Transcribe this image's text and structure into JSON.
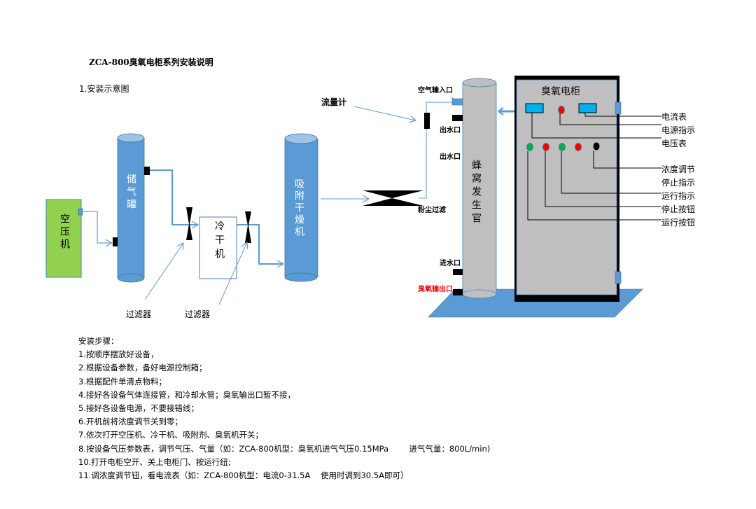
{
  "document": {
    "title": "ZCA-800臭氧电柜系列安装说明",
    "section_heading": "1.安装示意图"
  },
  "diagram": {
    "compressor": "空压机",
    "air_tank": "储气罐",
    "dryer_cold": "冷干机",
    "adsorption_dryer": "吸附干燥机",
    "filter_label_1": "过滤器",
    "filter_label_2": "过滤器",
    "flowmeter": "流量计",
    "air_inlet": "空气输入口",
    "water_out_1": "出水口",
    "water_out_2": "出水口",
    "dust_filter": "粉尘过滤",
    "water_in": "进水口",
    "ozone_out": "臭氧输出口",
    "generator_tube": "蜂窝发生官",
    "cabinet_title": "臭氧电柜",
    "callouts": [
      "电流表",
      "电源指示",
      "电压表",
      "浓度调节",
      "停止指示",
      "运行指示",
      "停止按钮",
      "运行按钮"
    ],
    "colors": {
      "tank_blue": "#5b9bd5",
      "compressor_green": "#92d050",
      "meter_cyan": "#00b0f0",
      "indicator_red": "#ff0000",
      "button_green": "#00b050",
      "cabinet_gray": "#bfbfbf",
      "ozone_out_red": "#ff0000"
    }
  },
  "steps": {
    "heading": "安装步骤：",
    "items": [
      "1.按顺序摆放好设备，",
      "2.根据设备参数，备好电源控制箱；",
      "3.根据配件单清点物料；",
      "4.接好各设备气体连接管，和冷却水管；臭氧输出口暂不接，",
      "5.接好各设备电源，不要接错线；",
      "6.开机前将浓度调节关到零；",
      "7.依次打开空压机、冷干机、吸附剂、臭氧机开关；",
      "8.按设备气压参数表，调节气压、气量（如：ZCA-800机型：臭氧机进气气压0.15MPa        进气气量：800L/min)",
      "10.打开电柜空开、关上电柜门、按运行纽;",
      "11.调浓度调节钮，看电流表（如：ZCA-800机型：电流0-31.5A    使用时调到30.5A即可）"
    ]
  }
}
